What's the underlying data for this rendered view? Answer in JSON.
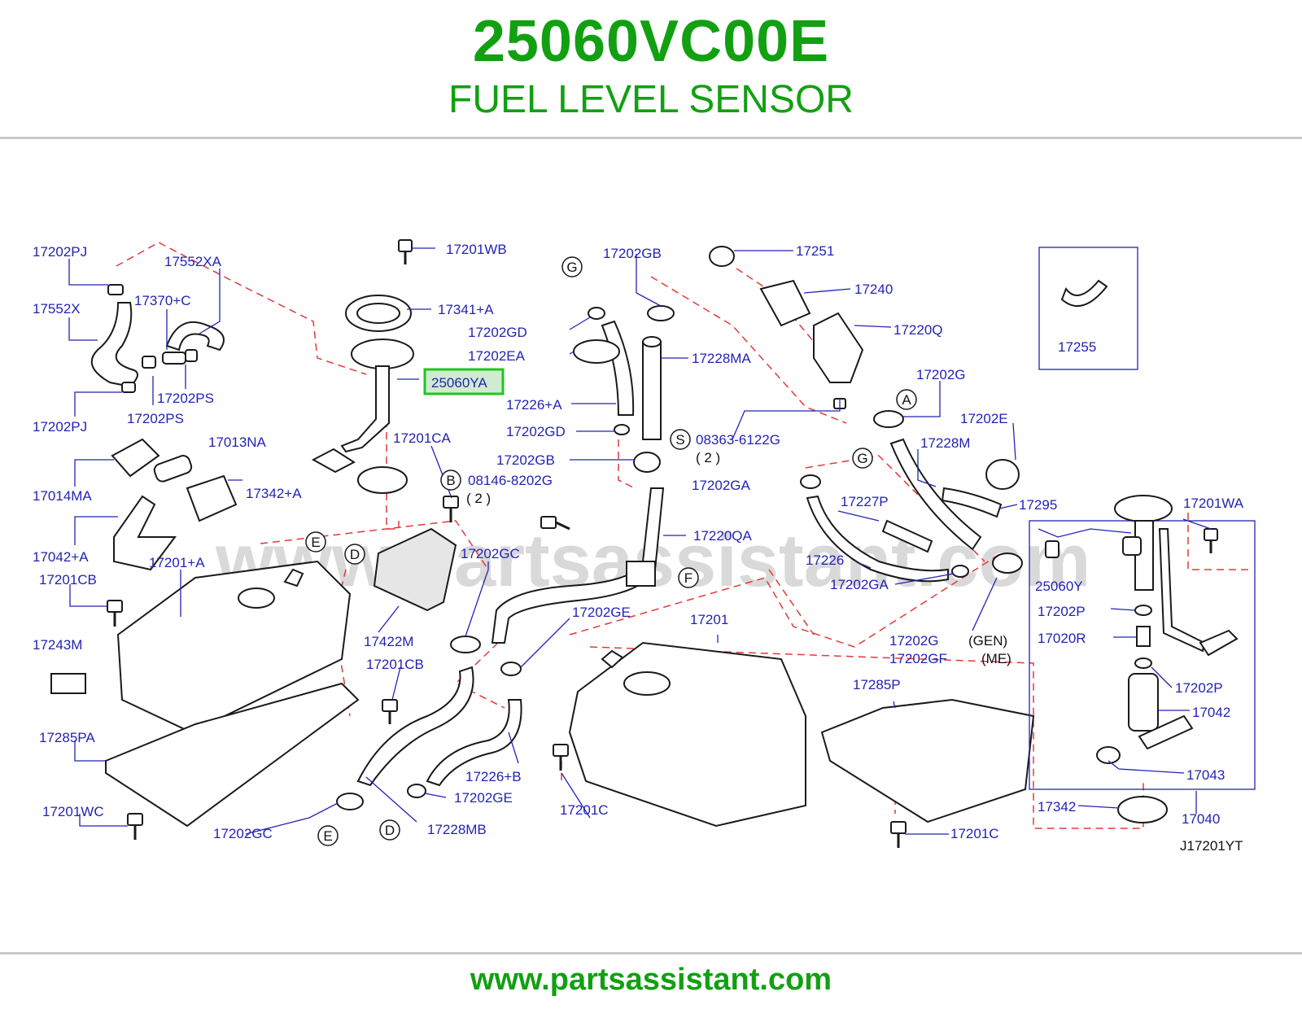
{
  "header": {
    "part_number": "25060VC00E",
    "part_name": "FUEL LEVEL SENSOR"
  },
  "footer": {
    "url": "www.partsassistant.com"
  },
  "diagram": {
    "watermark": "www.partsassistant.com",
    "code": "J17201YT",
    "highlight_color": "#22c322",
    "highlighted_label": "25060YA",
    "labels": {
      "l17202PJ_a": "17202PJ",
      "l17552XA": "17552XA",
      "l17552X": "17552X",
      "l17370C": "17370+C",
      "l17202PS_a": "17202PS",
      "l17202PJ_b": "17202PJ",
      "l17202PS_b": "17202PS",
      "l17013NA": "17013NA",
      "l17014MA": "17014MA",
      "l17342A": "17342+A",
      "l17042A": "17042+A",
      "l17201CB_a": "17201CB",
      "l17201A": "17201+A",
      "l17243M": "17243M",
      "l17285PA": "17285PA",
      "l17201WC": "17201WC",
      "l17202GC_a": "17202GC",
      "l17201WB": "17201WB",
      "l17341A": "17341+A",
      "l25060YA": "25060YA",
      "l17201CA": "17201CA",
      "l08146": "08146-8202G",
      "l08146_qty": "( 2 )",
      "l17422M": "17422M",
      "l17202GC_b": "17202GC",
      "l17201CB_b": "17201CB",
      "l17228MB": "17228MB",
      "l17202GE_a": "17202GE",
      "l17226B": "17226+B",
      "l17202GE_b": "17202GE",
      "l17202GB_a": "17202GB",
      "l17202GD_a": "17202GD",
      "l17202EA": "17202EA",
      "l17228MA": "17228MA",
      "l17226A": "17226+A",
      "l17202GD_b": "17202GD",
      "l17202GB_b": "17202GB",
      "l08363": "08363-6122G",
      "l08363_qty": "( 2 )",
      "l17202GA_a": "17202GA",
      "l17220QA": "17220QA",
      "l17201_tank": "17201",
      "l17201C_a": "17201C",
      "l17251": "17251",
      "l17240": "17240",
      "l17220Q": "17220Q",
      "l17202G_a": "17202G",
      "l17228M": "17228M",
      "l17202E": "17202E",
      "l17227P": "17227P",
      "l17295": "17295",
      "l17226": "17226",
      "l17202GA_b": "17202GA",
      "l17202G_b": "17202G",
      "l17202GF": "17202GF",
      "l_gen": "(GEN)",
      "l_me": "(ME)",
      "l17285P": "17285P",
      "l17201C_b": "17201C",
      "l17342": "17342",
      "l17255": "17255",
      "l17201WA": "17201WA",
      "l25060Y": "25060Y",
      "l17202P_a": "17202P",
      "l17020R": "17020R",
      "l17202P_b": "17202P",
      "l17042": "17042",
      "l17043": "17043",
      "l17040": "17040"
    },
    "callouts": {
      "G1": "G",
      "G2": "G",
      "A": "A",
      "B": "B",
      "S": "S",
      "E1": "E",
      "E2": "E",
      "D1": "D",
      "D2": "D",
      "F": "F"
    }
  }
}
